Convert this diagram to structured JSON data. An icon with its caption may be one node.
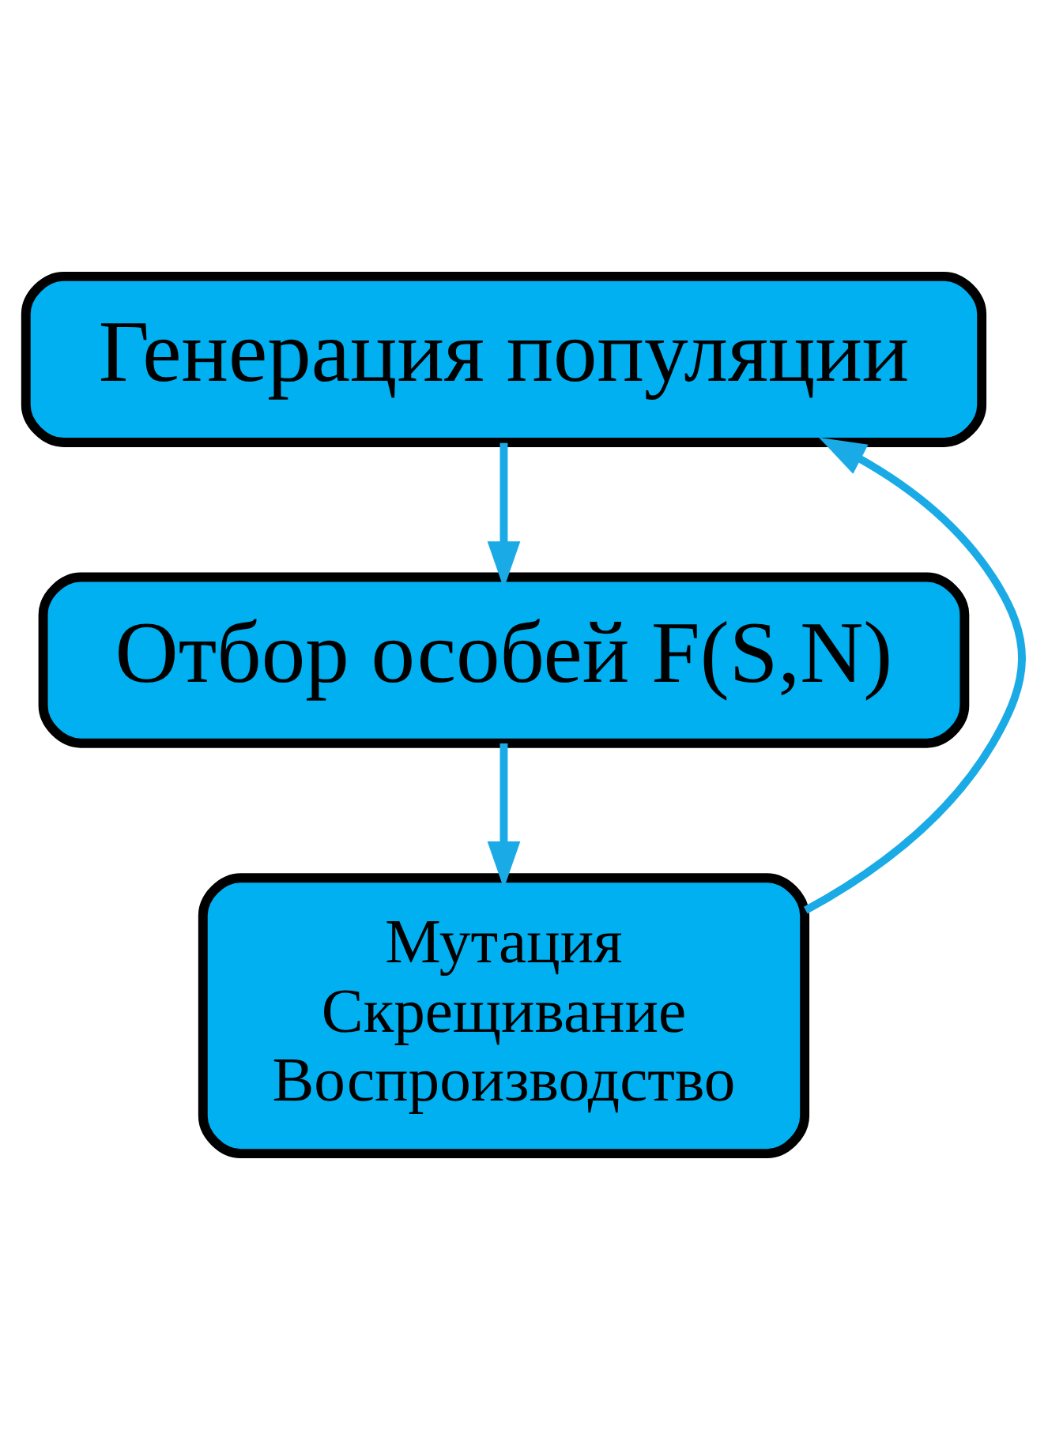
{
  "diagram": {
    "nodes": [
      {
        "text": [
          "Генерация популяции"
        ]
      },
      {
        "text": [
          "Отбор особей F(S,N)"
        ]
      },
      {
        "text": [
          "Мутация",
          "Скрещивание",
          "Воспроизводство"
        ]
      }
    ],
    "edges": [
      {
        "from": 0,
        "to": 1,
        "arrow": "to"
      },
      {
        "from": 1,
        "to": 2,
        "arrow": "to"
      },
      {
        "from": 2,
        "to": 0,
        "arrow": "to"
      }
    ]
  }
}
